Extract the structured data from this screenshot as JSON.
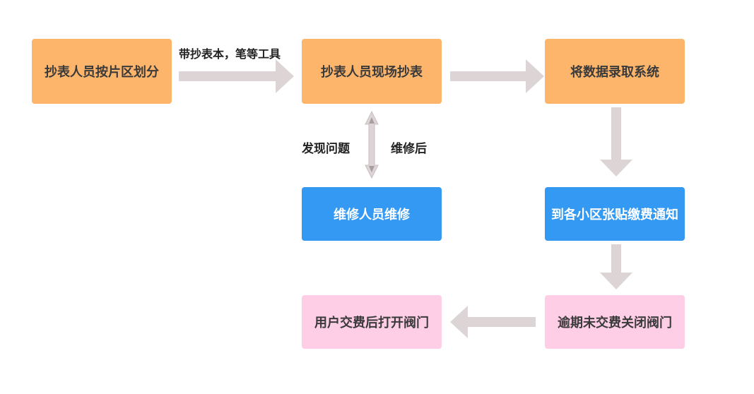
{
  "nodes": {
    "assign": "抄表人员按片区划分",
    "onsite": "抄表人员现场抄表",
    "entry": "将数据录取系统",
    "repair": "维修人员维修",
    "notice": "到各小区张贴缴费通知",
    "overdue": "逾期未交费关闭阀门",
    "reopen": "用户交费后打开阀门"
  },
  "labels": {
    "tools": "带抄表本，笔等工具",
    "found": "发现问题",
    "after": "维修后"
  },
  "colors": {
    "orange": "#fdb56c",
    "blue": "#3399f3",
    "pink": "#fecde6",
    "arrow": "#ddd5d5"
  }
}
